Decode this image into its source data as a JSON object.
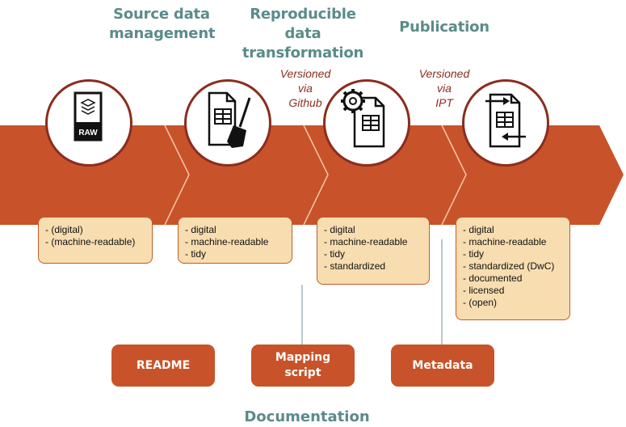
{
  "stages": [
    {
      "title": "Source data\nmanagement",
      "icon": "raw-file-icon",
      "raw_label": "RAW",
      "items": [
        "(digital)",
        "(machine-readable)"
      ]
    },
    {
      "title": "Reproducible data\ntransformation",
      "icon": "spreadsheet-broom-icon",
      "items": [
        "digital",
        "machine-readable",
        "tidy"
      ]
    },
    {
      "title": "",
      "icon": "spreadsheet-gear-icon",
      "items": [
        "digital",
        "machine-readable",
        "tidy",
        "standardized"
      ]
    },
    {
      "title": "Publication",
      "icon": "spreadsheet-exchange-icon",
      "items": [
        "digital",
        "machine-readable",
        "tidy",
        "standardized (DwC)",
        "documented",
        "licensed",
        "(open)"
      ]
    }
  ],
  "transitions": [
    {
      "label": "Versioned\nvia\nGithub"
    },
    {
      "label": "Versioned\nvia\nIPT"
    }
  ],
  "documentation": {
    "title": "Documentation",
    "items": [
      "README",
      "Mapping\nscript",
      "Metadata"
    ]
  },
  "colors": {
    "arrow": "#c8532a",
    "circle_border": "#8a2d1f",
    "heading": "#5b8b8a",
    "card_fill": "#f7ddb0",
    "via_text": "#8a2d1f"
  }
}
